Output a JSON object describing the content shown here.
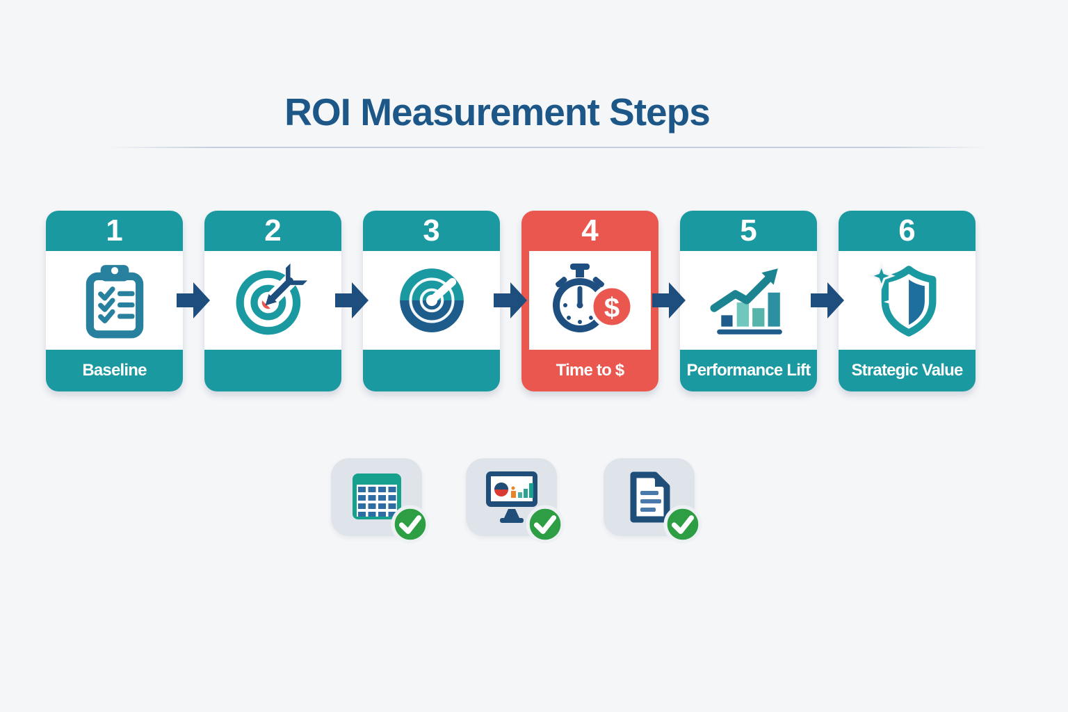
{
  "title": "ROI Measurement Steps",
  "colors": {
    "teal": "#1a99a0",
    "red": "#ea574e",
    "navy": "#1d4e7e",
    "title_blue": "#1d5787",
    "badge_green": "#2e9e44",
    "background": "#f5f6f8"
  },
  "cards": [
    {
      "number": "1",
      "label": "Baseline",
      "icon": "clipboard-checklist-icon",
      "theme": "teal"
    },
    {
      "number": "2",
      "label": "",
      "icon": "target-dart-icon",
      "theme": "teal"
    },
    {
      "number": "3",
      "label": "",
      "icon": "radar-icon",
      "theme": "teal"
    },
    {
      "number": "4",
      "label": "Time to $",
      "icon": "stopwatch-dollar-icon",
      "theme": "red"
    },
    {
      "number": "5",
      "label": "Performance Lift",
      "icon": "growth-bars-icon",
      "theme": "teal"
    },
    {
      "number": "6",
      "label": "Strategic Value",
      "icon": "sparkle-shield-icon",
      "theme": "teal"
    }
  ],
  "icons": {
    "dollar_symbol": "$"
  },
  "artifacts": [
    {
      "icon": "spreadsheet-icon",
      "status": "checked"
    },
    {
      "icon": "dashboard-monitor-icon",
      "status": "checked"
    },
    {
      "icon": "document-icon",
      "status": "checked"
    }
  ]
}
